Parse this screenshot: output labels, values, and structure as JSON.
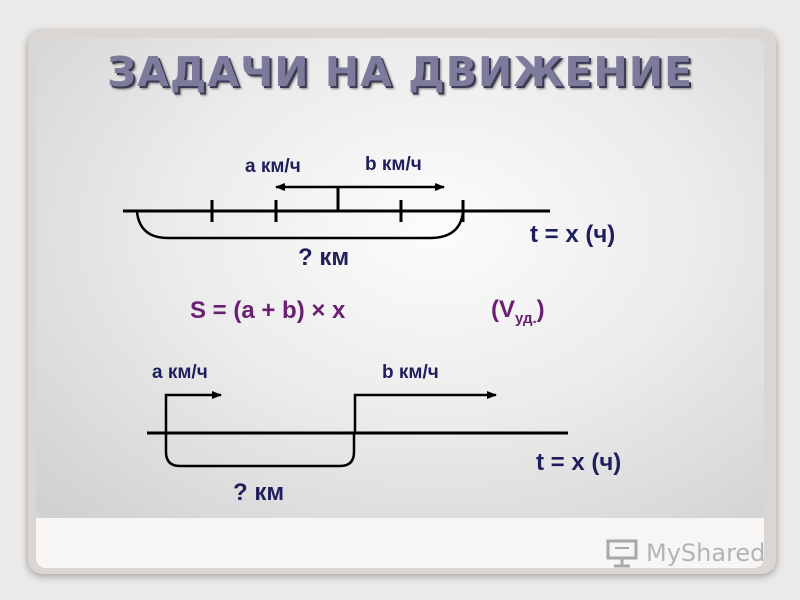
{
  "title": "ЗАДАЧИ НА ДВИЖЕНИЕ",
  "diagram1": {
    "speed_a": "a км/ч",
    "speed_b": "b км/ч",
    "time": "t = x (ч)",
    "distance": "? км"
  },
  "formula": {
    "main": "S = (a + b) × x",
    "note_open": "(V",
    "note_sub": "уд.",
    "note_close": ")"
  },
  "diagram2": {
    "speed_a": "a км/ч",
    "speed_b": "b км/ч",
    "time": "t = x (ч)",
    "distance": "? км"
  },
  "watermark": {
    "text": "MyShared",
    "icon": "presentation-board-icon"
  },
  "colors": {
    "label": "#1f1f5e",
    "formula": "#6b1f73",
    "title": "#7d7b9c"
  }
}
